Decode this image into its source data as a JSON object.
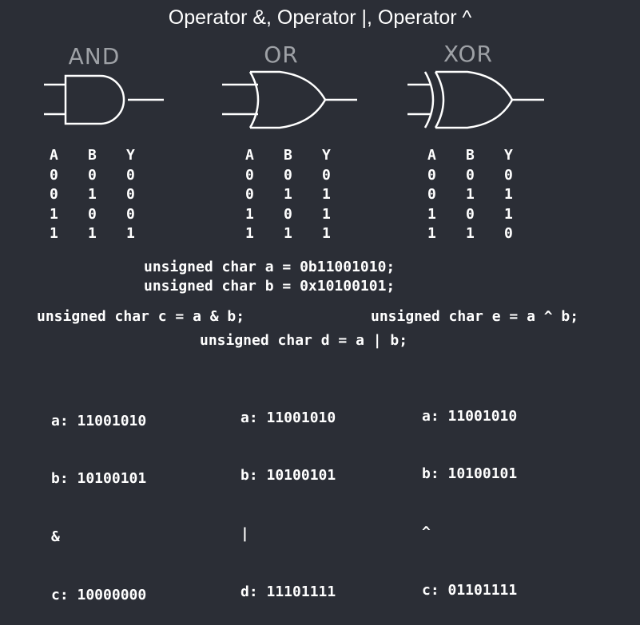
{
  "title": "Operator &, Operator |, Operator ^",
  "gates": [
    {
      "label": "AND",
      "shape": "and-gate"
    },
    {
      "label": "OR",
      "shape": "or-gate"
    },
    {
      "label": "XOR",
      "shape": "xor-gate"
    }
  ],
  "truth_tables": [
    {
      "headers": [
        "A",
        "B",
        "Y"
      ],
      "rows": [
        [
          "0",
          "0",
          "0"
        ],
        [
          "0",
          "1",
          "0"
        ],
        [
          "1",
          "0",
          "0"
        ],
        [
          "1",
          "1",
          "1"
        ]
      ]
    },
    {
      "headers": [
        "A",
        "B",
        "Y"
      ],
      "rows": [
        [
          "0",
          "0",
          "0"
        ],
        [
          "0",
          "1",
          "1"
        ],
        [
          "1",
          "0",
          "1"
        ],
        [
          "1",
          "1",
          "1"
        ]
      ]
    },
    {
      "headers": [
        "A",
        "B",
        "Y"
      ],
      "rows": [
        [
          "0",
          "0",
          "0"
        ],
        [
          "0",
          "1",
          "1"
        ],
        [
          "1",
          "0",
          "1"
        ],
        [
          "1",
          "1",
          "0"
        ]
      ]
    }
  ],
  "declarations": {
    "a": "unsigned char a = 0b11001010;",
    "b": "unsigned char b = 0x10100101;"
  },
  "operations": {
    "and": "unsigned char c = a & b;",
    "xor": "unsigned char e = a ^ b;",
    "or": "unsigned char d = a | b;"
  },
  "examples": [
    {
      "line1": "a: 11001010",
      "line2": "b: 10100101",
      "op": "&",
      "result": "c: 10000000"
    },
    {
      "line1": "a: 11001010",
      "line2": "b: 10100101",
      "op": "|",
      "result": "d: 11101111"
    },
    {
      "line1": "a: 11001010",
      "line2": "b: 10100101",
      "op": "^",
      "result": "c: 01101111"
    }
  ],
  "colors": {
    "background": "#2b2e36",
    "text": "#ffffff",
    "gate_label": "#9ea1a6"
  }
}
